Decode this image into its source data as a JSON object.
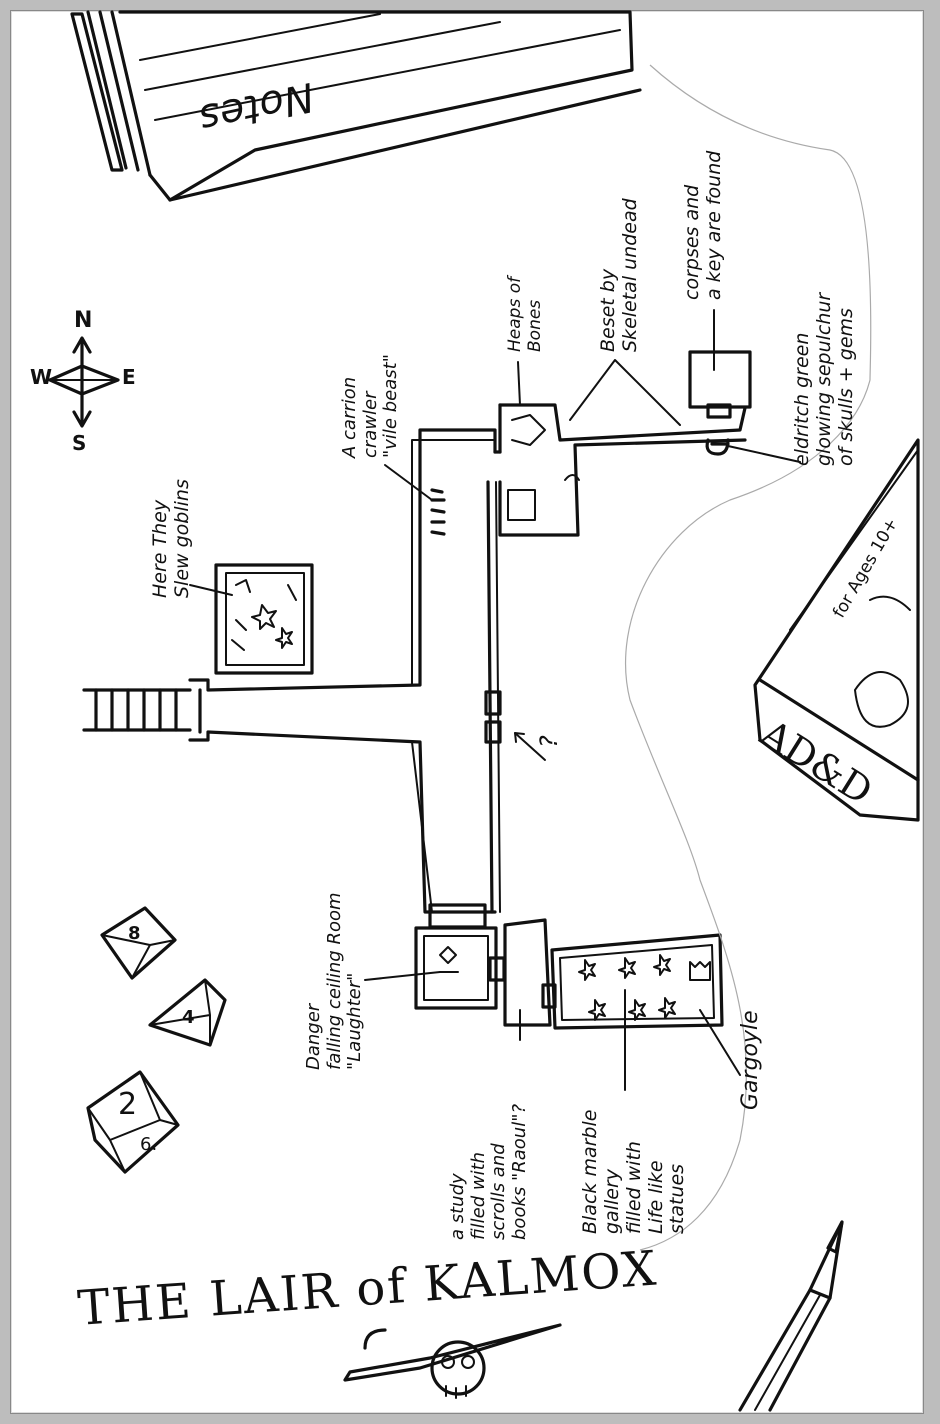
{
  "title": "THE LAIR of KALMOX",
  "notes_label": "Notes",
  "box_label": "AD&D",
  "box_age_text": "for Ages 10+",
  "compass": {
    "n": "N",
    "s": "S",
    "e": "E",
    "w": "W"
  },
  "dice": [
    "8",
    "4",
    "2",
    "6."
  ],
  "question_mark": "?",
  "annotations": {
    "goblins": "Here They\nSlew goblins",
    "carrion": "A carrion\ncrawler\n\"vile beast\"",
    "bones": "Heaps of\nBones",
    "beset": "Beset by\nSkeletal undead",
    "corpses": "corpses and\na key are found",
    "sepulchur": "eldritch green\nglowing sepulchur\nof skulls + gems",
    "danger": "Danger\nfalling ceiling Room\n\"Laughter\"",
    "study": "a study\nfilled with\nscrolls and\nbooks \"Raoul\"?",
    "gallery": "Black marble\ngallery\nfilled with\nLife like\nstatues",
    "gargoyle": "Gargoyle"
  }
}
